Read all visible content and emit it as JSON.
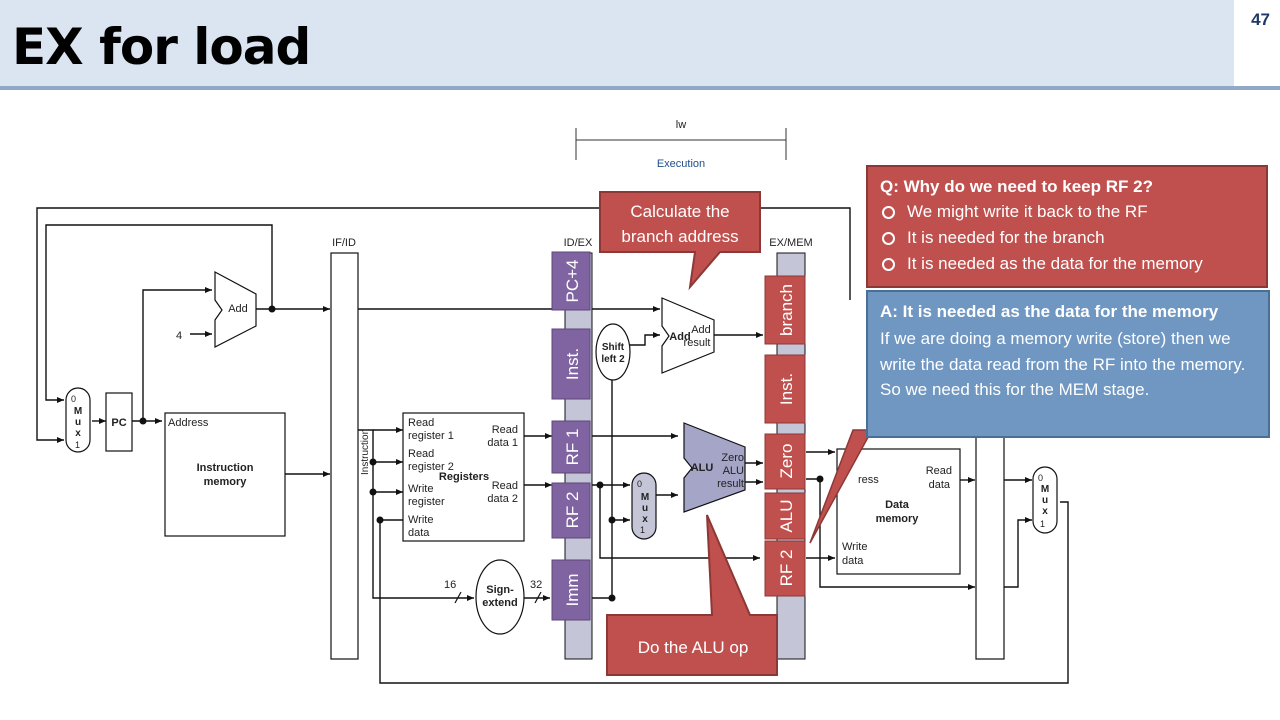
{
  "slide": {
    "title": "EX for load",
    "number": "47"
  },
  "timeline": {
    "instruction": "lw",
    "phase": "Execution"
  },
  "pipeline_registers": {
    "if_id": "IF/ID",
    "id_ex": "ID/EX",
    "ex_mem": "EX/MEM"
  },
  "id_ex_fields": [
    "PC+4",
    "Inst.",
    "RF 1",
    "RF 2",
    "Imm"
  ],
  "ex_mem_fields": [
    "branch",
    "Inst.",
    "Zero",
    "ALU",
    "RF 2"
  ],
  "datapath_labels": {
    "mux_top": [
      "0",
      "M",
      "u",
      "x",
      "1"
    ],
    "pc": "PC",
    "add": "Add",
    "four": "4",
    "address": "Address",
    "instruction_memory": [
      "Instruction",
      "memory"
    ],
    "instruction_bus": "Instruction",
    "read_register_1": [
      "Read",
      "register 1"
    ],
    "read_register_2": [
      "Read",
      "register 2"
    ],
    "write_register": [
      "Write",
      "register"
    ],
    "write_data": [
      "Write",
      "data"
    ],
    "read_data_1": [
      "Read",
      "data 1"
    ],
    "read_data_2": [
      "Read",
      "data 2"
    ],
    "registers": "Registers",
    "sign_extend": [
      "Sign-",
      "extend"
    ],
    "sixteen": "16",
    "thirtytwo": "32",
    "shift_left_2": [
      "Shift",
      "left 2"
    ],
    "branch_add": "Add",
    "add_result": [
      "Add",
      "result"
    ],
    "alu": "ALU",
    "zero": "Zero",
    "alu_result": [
      "ALU",
      "result"
    ],
    "data_address": "ress",
    "data_memory": [
      "Data",
      "memory"
    ],
    "data_read_data": [
      "Read",
      "data"
    ],
    "data_write_data": [
      "Write",
      "data"
    ]
  },
  "callouts": {
    "branch_address": [
      "Calculate the",
      "branch address"
    ],
    "alu_op": "Do the ALU op"
  },
  "question": {
    "text": "Q: Why do we need to keep RF 2?",
    "options": [
      "We might write it back to the RF",
      "It is needed for the branch",
      "It is needed as the data for the memory"
    ]
  },
  "answer": {
    "text": "A: It is needed as the data for the memory",
    "explanation": "If we are doing a memory write (store) then we write the data read from the RF into the memory. So we need this for the MEM stage."
  },
  "colors": {
    "callout_red": "#c0504d",
    "answer_blue": "#6f97c2",
    "stage_purple": "#8064a2",
    "header_bg": "#dbe5f1"
  }
}
